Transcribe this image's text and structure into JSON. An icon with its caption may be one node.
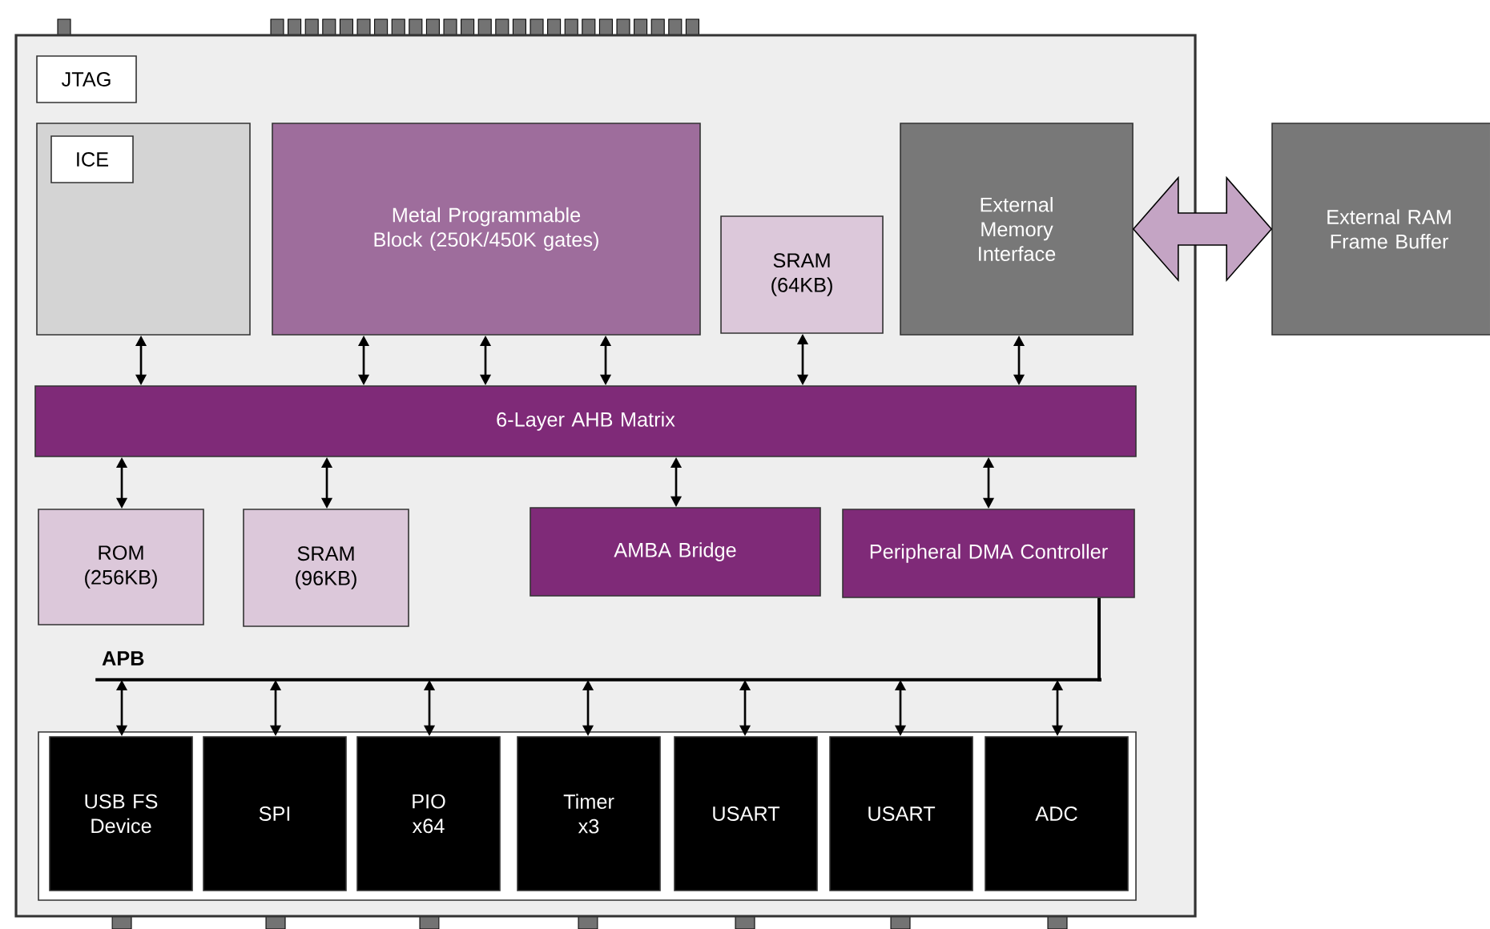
{
  "diagram": {
    "nodes": [
      {
        "text": [],
        "shape": "box"
      },
      {
        "text": [
          "JTAG"
        ],
        "in": 0
      },
      {
        "text": [],
        "shape": "box",
        "in": 0
      },
      {
        "text": [
          "ICE"
        ],
        "in": 2
      },
      {
        "text": [
          "Metal Programmable Block (250K/450K gates)"
        ],
        "in": 0
      },
      {
        "text": [
          "SRAM (64KB)"
        ],
        "in": 0
      },
      {
        "text": [
          "External Memory Interface"
        ],
        "in": 0
      },
      {
        "text": [
          "External RAM Frame Buffer"
        ]
      },
      {
        "text": [
          "6-Layer AHB Matrix"
        ],
        "in": 0
      },
      {
        "text": [
          "ROM (256KB)"
        ],
        "in": 0
      },
      {
        "text": [
          "SRAM (96KB)"
        ],
        "in": 0
      },
      {
        "text": [
          "AMBA Bridge"
        ],
        "in": 0
      },
      {
        "text": [
          "Peripheral DMA Controller"
        ],
        "in": 0
      },
      {
        "text": [
          "APB"
        ],
        "in": 0
      },
      {
        "text": [],
        "shape": "box",
        "in": 0
      },
      {
        "text": [
          "USB FS Device"
        ],
        "in": 14
      },
      {
        "text": [
          "SPI"
        ],
        "in": 14
      },
      {
        "text": [
          "PIO x64"
        ],
        "in": 14
      },
      {
        "text": [
          "Timer x3"
        ],
        "in": 14
      },
      {
        "text": [
          "USART"
        ],
        "in": 14
      },
      {
        "text": [
          "USART"
        ],
        "in": 14
      },
      {
        "text": [
          "ADC"
        ],
        "in": 14
      }
    ],
    "edges": [
      {
        "from": 2,
        "to": 8,
        "arrow": "both"
      },
      {
        "from": 4,
        "to": 8,
        "arrow": "both"
      },
      {
        "from": 4,
        "to": 8,
        "arrow": "both"
      },
      {
        "from": 4,
        "to": 8,
        "arrow": "both"
      },
      {
        "from": 5,
        "to": 8,
        "arrow": "both"
      },
      {
        "from": 6,
        "to": 8,
        "arrow": "both"
      },
      {
        "from": 6,
        "to": 7,
        "arrow": "both",
        "style": "thick",
        "color": "#c4a4c4"
      },
      {
        "from": 8,
        "to": 9,
        "arrow": "both"
      },
      {
        "from": 8,
        "to": 10,
        "arrow": "both"
      },
      {
        "from": 8,
        "to": 11,
        "arrow": "both"
      },
      {
        "from": 8,
        "to": 12,
        "arrow": "both"
      },
      {
        "from": 12,
        "to": 13,
        "arrow": "none"
      },
      {
        "from": 13,
        "to": 15,
        "arrow": "both"
      },
      {
        "from": 13,
        "to": 16,
        "arrow": "both"
      },
      {
        "from": 13,
        "to": 17,
        "arrow": "both"
      },
      {
        "from": 13,
        "to": 18,
        "arrow": "both"
      },
      {
        "from": 13,
        "to": 19,
        "arrow": "both"
      },
      {
        "from": 13,
        "to": 20,
        "arrow": "both"
      },
      {
        "from": 13,
        "to": 21,
        "arrow": "both"
      }
    ]
  }
}
